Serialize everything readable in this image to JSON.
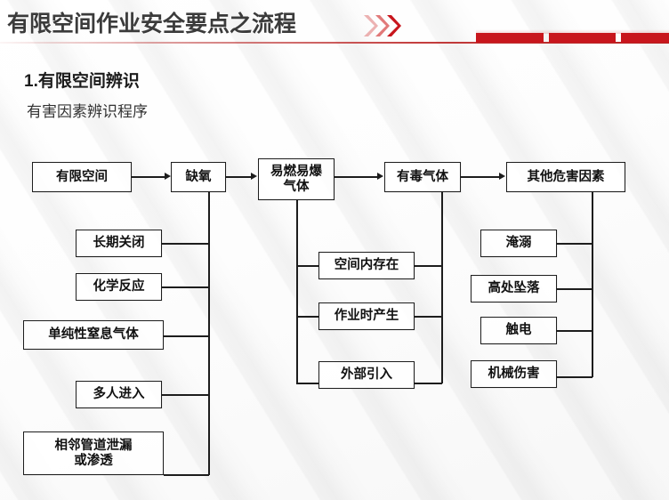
{
  "header": {
    "title": "有限空间作业安全要点之流程",
    "chevron_icon": "double-chevron-right-icon",
    "accent_color": "#c8161d",
    "blocks": [
      "",
      "",
      ""
    ]
  },
  "section": {
    "title": "1.有限空间辨识",
    "subtitle": "有害因素辨识程序"
  },
  "chart_data": {
    "type": "diagram",
    "title": "有害因素辨识程序",
    "top_row": [
      {
        "id": "n1",
        "label": "有限空间"
      },
      {
        "id": "n2",
        "label": "缺氧"
      },
      {
        "id": "n3",
        "label": "易燃易爆\n气体"
      },
      {
        "id": "n4",
        "label": "有毒气体"
      },
      {
        "id": "n5",
        "label": "其他危害因素"
      }
    ],
    "branches": {
      "缺氧": [
        "长期关闭",
        "化学反应",
        "单纯性窒息气体",
        "多人进入",
        "相邻管道泄漏\n或渗透"
      ],
      "易燃易爆气体_有毒气体": [
        "空间内存在",
        "作业时产生",
        "外部引入"
      ],
      "其他危害因素": [
        "淹溺",
        "高处坠落",
        "触电",
        "机械伤害"
      ]
    }
  },
  "nodes": {
    "top": {
      "n1": "有限空间",
      "n2": "缺氧",
      "n3a": "易燃易爆",
      "n3b": "气体",
      "n4": "有毒气体",
      "n5": "其他危害因素"
    },
    "left": {
      "l1": "长期关闭",
      "l2": "化学反应",
      "l3": "单纯性窒息气体",
      "l4": "多人进入",
      "l5a": "相邻管道泄漏",
      "l5b": "或渗透"
    },
    "mid": {
      "m1": "空间内存在",
      "m2": "作业时产生",
      "m3": "外部引入"
    },
    "right": {
      "r1": "淹溺",
      "r2": "高处坠落",
      "r3": "触电",
      "r4": "机械伤害"
    }
  }
}
